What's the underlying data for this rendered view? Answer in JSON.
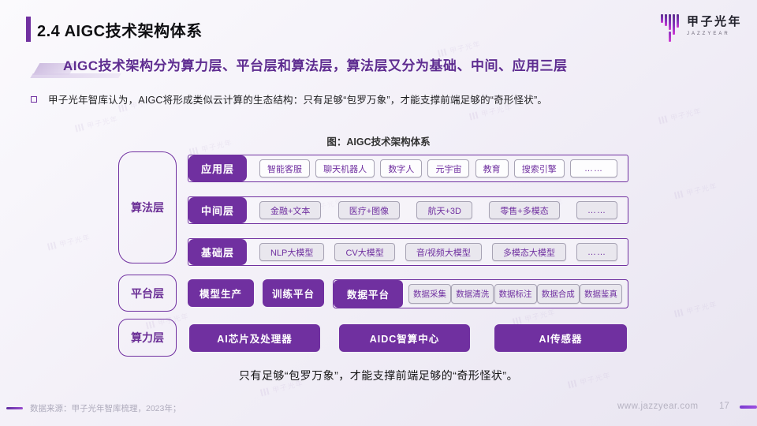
{
  "slide": {
    "title": "2.4 AIGC技术架构体系",
    "subtitle": "AIGC技术架构分为算力层、平台层和算法层，算法层又分为基础、中间、应用三层",
    "bullet": "甲子光年智库认为，AIGC将形成类似云计算的生态结构：只有足够“包罗万象”，才能支撑前端足够的“奇形怪状”。",
    "figure_title": "图：AIGC技术架构体系",
    "note": "只有足够“包罗万象”，才能支撑前端足够的“奇形怪状”。"
  },
  "logo": {
    "text": "甲子光年",
    "subtext": "JAZZYEAR"
  },
  "watermark": "甲子光年",
  "diagram": {
    "side_labels": [
      "算法层",
      "平台层",
      "算力层"
    ],
    "rows": [
      {
        "label": "应用层",
        "chips": [
          "智能客服",
          "聊天机器人",
          "数字人",
          "元宇宙",
          "教育",
          "搜索引擎",
          "……"
        ]
      },
      {
        "label": "中间层",
        "chips": [
          "金融+文本",
          "医疗+图像",
          "航天+3D",
          "零售+多模态",
          "……"
        ]
      },
      {
        "label": "基础层",
        "chips": [
          "NLP大模型",
          "CV大模型",
          "音/视频大模型",
          "多模态大模型",
          "……"
        ]
      }
    ],
    "platform": {
      "buttons": [
        "模型生产",
        "训练平台"
      ],
      "data_platform_label": "数据平台",
      "data_chips": [
        "数据采集",
        "数据清洗",
        "数据标注",
        "数据合成",
        "数据鉴真"
      ]
    },
    "compute": [
      "AI芯片及处理器",
      "AIDC智算中心",
      "AI传感器"
    ]
  },
  "footer": {
    "source": "数据来源：甲子光年智库梳理，2023年；",
    "website": "www.jazzyear.com",
    "page_number": "17"
  },
  "colors": {
    "accent": "#7030A0",
    "subtitle": "#5E2C90"
  }
}
